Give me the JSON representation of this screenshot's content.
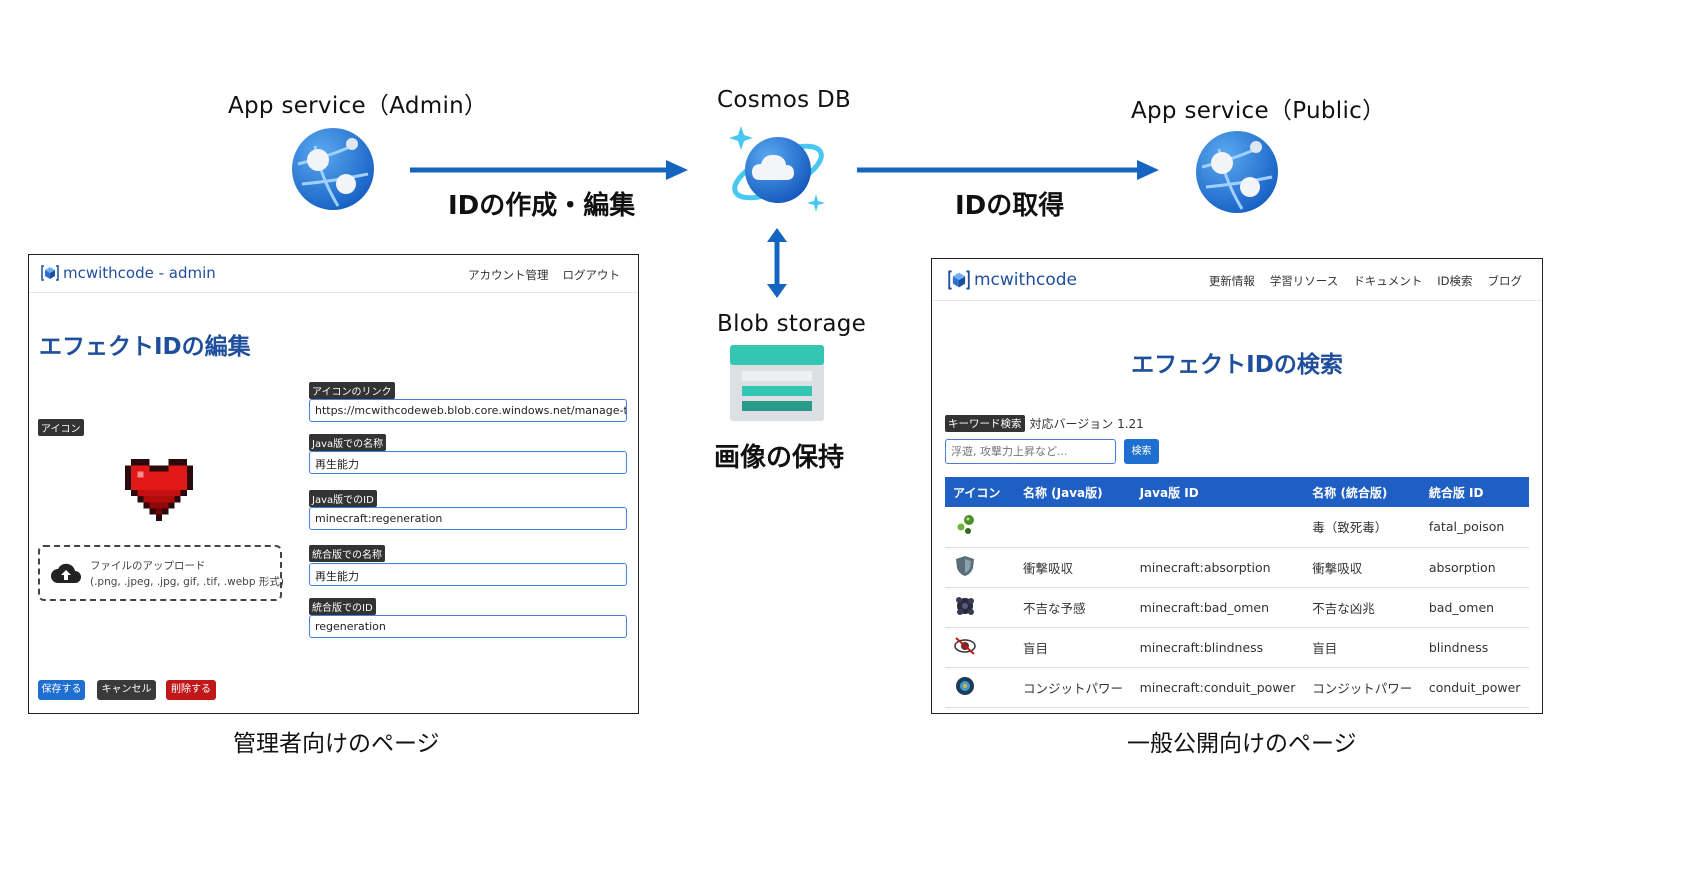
{
  "services": {
    "admin_title": "App service（Admin）",
    "cosmos_title": "Cosmos DB",
    "public_title": "App service（Public）",
    "blob_title": "Blob storage"
  },
  "arrows": {
    "create_edit": "IDの作成・編集",
    "fetch": "IDの取得",
    "image_hold": "画像の保持"
  },
  "captions": {
    "admin": "管理者向けのページ",
    "public": "一般公開向けのページ"
  },
  "admin_page": {
    "brand": "mcwithcode - admin",
    "nav": [
      "アカウント管理",
      "ログアウト"
    ],
    "heading": "エフェクトIDの編集",
    "icon_tag": "アイコン",
    "upload_title": "ファイルのアップロード",
    "upload_formats": "(.png, .jpeg, .jpg, gif, .tif, .webp 形式)",
    "fields": [
      {
        "label": "アイコンのリンク",
        "value": "https://mcwithcodeweb.blob.core.windows.net/manage-text"
      },
      {
        "label": "Java版での名称",
        "value": "再生能力"
      },
      {
        "label": "Java版でのID",
        "value": "minecraft:regeneration"
      },
      {
        "label": "統合版での名称",
        "value": "再生能力"
      },
      {
        "label": "統合版でのID",
        "value": "regeneration"
      }
    ],
    "buttons": {
      "save": "保存する",
      "cancel": "キャンセル",
      "delete": "削除する"
    }
  },
  "public_page": {
    "brand": "mcwithcode",
    "nav": [
      "更新情報",
      "学習リソース",
      "ドキュメント",
      "ID検索",
      "ブログ"
    ],
    "heading": "エフェクトIDの検索",
    "keyword_tag": "キーワード検索",
    "version_text": "対応バージョン 1.21",
    "search_placeholder": "浮遊, 攻撃力上昇など...",
    "search_button": "検索",
    "columns": [
      "アイコン",
      "名称 (Java版)",
      "Java版 ID",
      "名称 (統合版)",
      "統合版 ID"
    ],
    "rows": [
      {
        "icon": "poison-icon",
        "java_name": "",
        "java_id": "",
        "be_name": "毒（致死毒）",
        "be_id": "fatal_poison"
      },
      {
        "icon": "absorption-icon",
        "java_name": "衝撃吸収",
        "java_id": "minecraft:absorption",
        "be_name": "衝撃吸収",
        "be_id": "absorption"
      },
      {
        "icon": "bad-omen-icon",
        "java_name": "不吉な予感",
        "java_id": "minecraft:bad_omen",
        "be_name": "不吉な凶兆",
        "be_id": "bad_omen"
      },
      {
        "icon": "blindness-icon",
        "java_name": "盲目",
        "java_id": "minecraft:blindness",
        "be_name": "盲目",
        "be_id": "blindness"
      },
      {
        "icon": "conduit-power-icon",
        "java_name": "コンジットパワー",
        "java_id": "minecraft:conduit_power",
        "be_name": "コンジットパワー",
        "be_id": "conduit_power"
      }
    ]
  },
  "colors": {
    "arrow": "#1565c0",
    "heading": "#1f4e9c",
    "table_header": "#1f5fc4",
    "save": "#1f6fd1",
    "cancel": "#3a3a3a",
    "delete": "#c01818"
  }
}
